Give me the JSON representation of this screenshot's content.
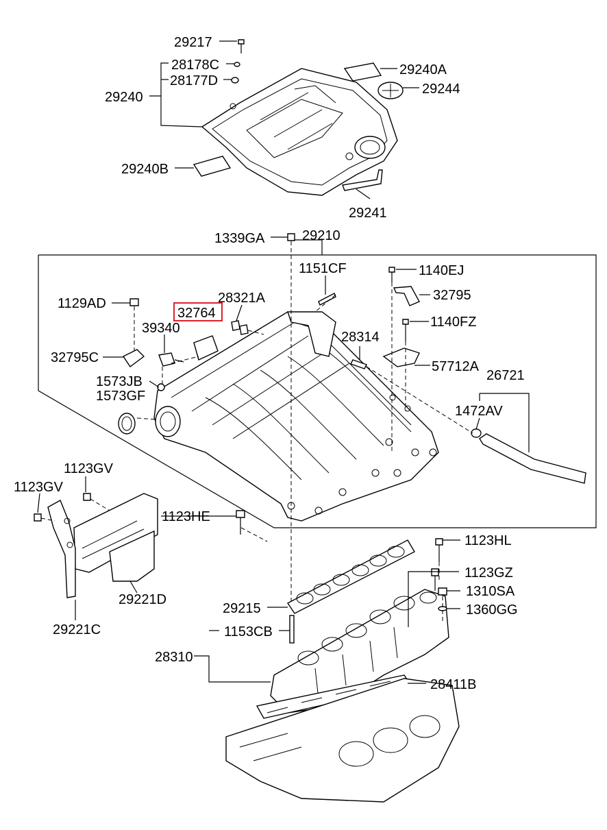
{
  "highlight_color": "#e0202a",
  "labels": {
    "p29217": "29217",
    "p28178C": "28178C",
    "p28177D": "28177D",
    "p29240": "29240",
    "p29240A": "29240A",
    "p29244": "29244",
    "p29240B": "29240B",
    "p29241": "29241",
    "p1339GA": "1339GA",
    "p29210": "29210",
    "p1151CF": "1151CF",
    "p1140EJ": "1140EJ",
    "p1129AD": "1129AD",
    "p28321A": "28321A",
    "p32764": "32764",
    "p32795a": "32795",
    "p39340": "39340",
    "p1140FZ": "1140FZ",
    "p28314": "28314",
    "p32795C": "32795C",
    "p57712A": "57712A",
    "p26721": "26721",
    "p1573JB": "1573JB",
    "p1573GF": "1573GF",
    "p1472AV": "1472AV",
    "p1123GVa": "1123GV",
    "p1123GVb": "1123GV",
    "p1123HE": "1123HE",
    "p1123HL": "1123HL",
    "p1123GZ": "1123GZ",
    "p29221D": "29221D",
    "p1310SA": "1310SA",
    "p29215": "29215",
    "p1360GG": "1360GG",
    "p29221C": "29221C",
    "p1153CB": "1153CB",
    "p28310": "28310",
    "p28411B": "28411B"
  }
}
